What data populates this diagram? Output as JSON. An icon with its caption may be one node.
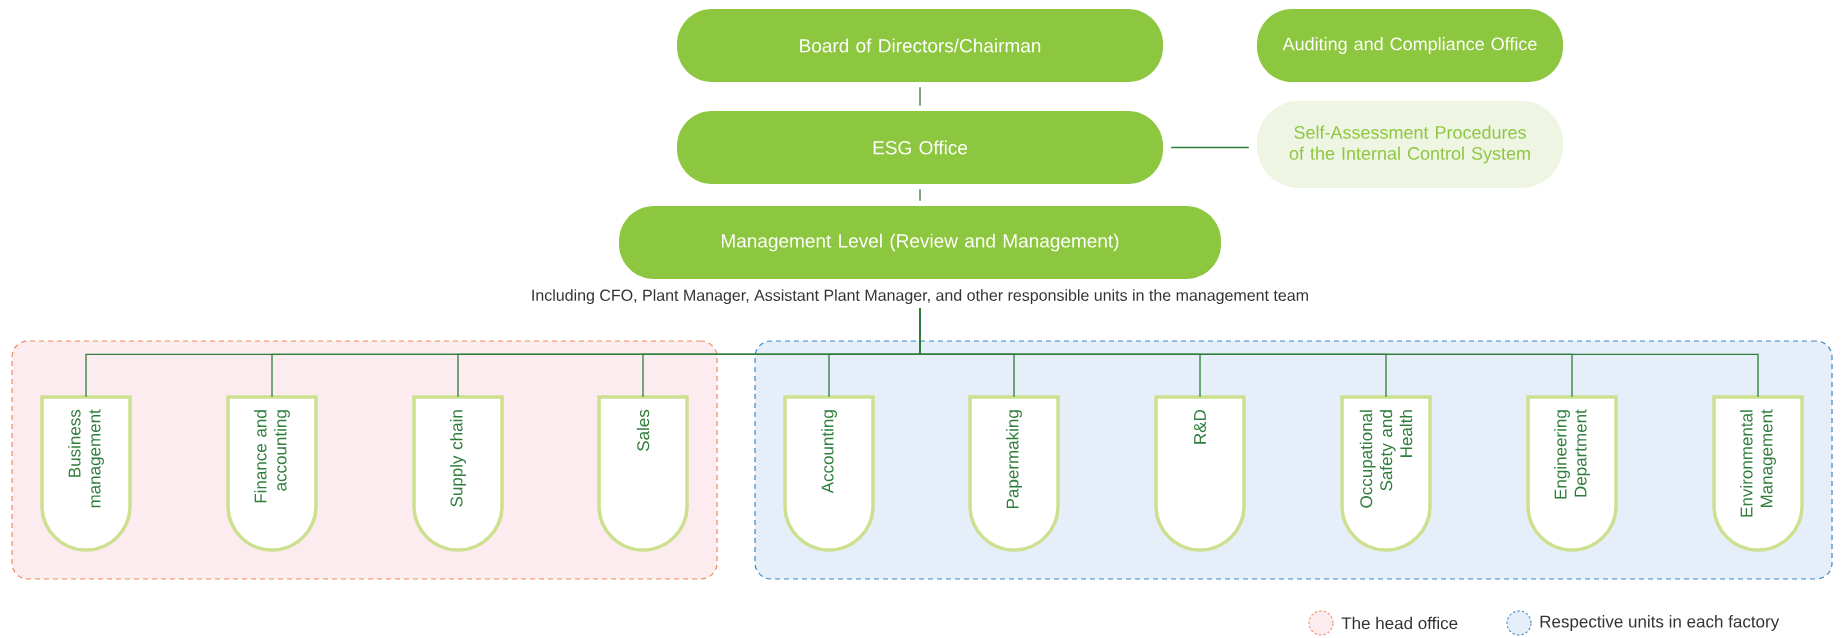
{
  "diagram": {
    "nodes": [
      {
        "text": [
          "Board of Directors/Chairman"
        ]
      },
      {
        "text": [
          "Auditing and Compliance Office"
        ]
      },
      {
        "text": [
          "ESG Office"
        ]
      },
      {
        "text": [
          "Self-Assessment Procedures of the Internal Control System"
        ]
      },
      {
        "text": [
          "Management Level (Review and Management)"
        ],
        "beside": [
          "Including CFO, Plant Manager, Assistant Plant Manager, and other responsible units in the management team"
        ]
      },
      {
        "text": [],
        "shape": "box"
      },
      {
        "text": [
          "Business management"
        ],
        "in": 5
      },
      {
        "text": [
          "Finance and accounting"
        ],
        "in": 5
      },
      {
        "text": [
          "Supply chain"
        ],
        "in": 5
      },
      {
        "text": [
          "Sales"
        ],
        "in": 5
      },
      {
        "text": [],
        "shape": "box"
      },
      {
        "text": [
          "Accounting"
        ],
        "in": 10
      },
      {
        "text": [
          "Papermaking"
        ],
        "in": 10
      },
      {
        "text": [
          "R&D"
        ],
        "in": 10
      },
      {
        "text": [
          "Occupational Safety and Health"
        ],
        "in": 10
      },
      {
        "text": [
          "Engineering Department"
        ],
        "in": 10
      },
      {
        "text": [
          "Environmental Management"
        ],
        "in": 10
      }
    ],
    "edges": [
      {
        "from": 0,
        "to": 2,
        "arrow": "none"
      },
      {
        "from": 2,
        "to": 4,
        "arrow": "none"
      },
      {
        "from": 2,
        "to": 3,
        "arrow": "none"
      },
      {
        "from": 4,
        "to": 6,
        "arrow": "none"
      },
      {
        "from": 4,
        "to": 7,
        "arrow": "none"
      },
      {
        "from": 4,
        "to": 8,
        "arrow": "none"
      },
      {
        "from": 4,
        "to": 9,
        "arrow": "none"
      },
      {
        "from": 4,
        "to": 11,
        "arrow": "none"
      },
      {
        "from": 4,
        "to": 12,
        "arrow": "none"
      },
      {
        "from": 4,
        "to": 13,
        "arrow": "none"
      },
      {
        "from": 4,
        "to": 14,
        "arrow": "none"
      },
      {
        "from": 4,
        "to": 15,
        "arrow": "none"
      },
      {
        "from": 4,
        "to": 16,
        "arrow": "none"
      }
    ],
    "legend": [
      {
        "text": "The head office",
        "color": "#fdecef"
      },
      {
        "text": "Respective units in each factory",
        "color": "#e6eff9"
      }
    ]
  }
}
